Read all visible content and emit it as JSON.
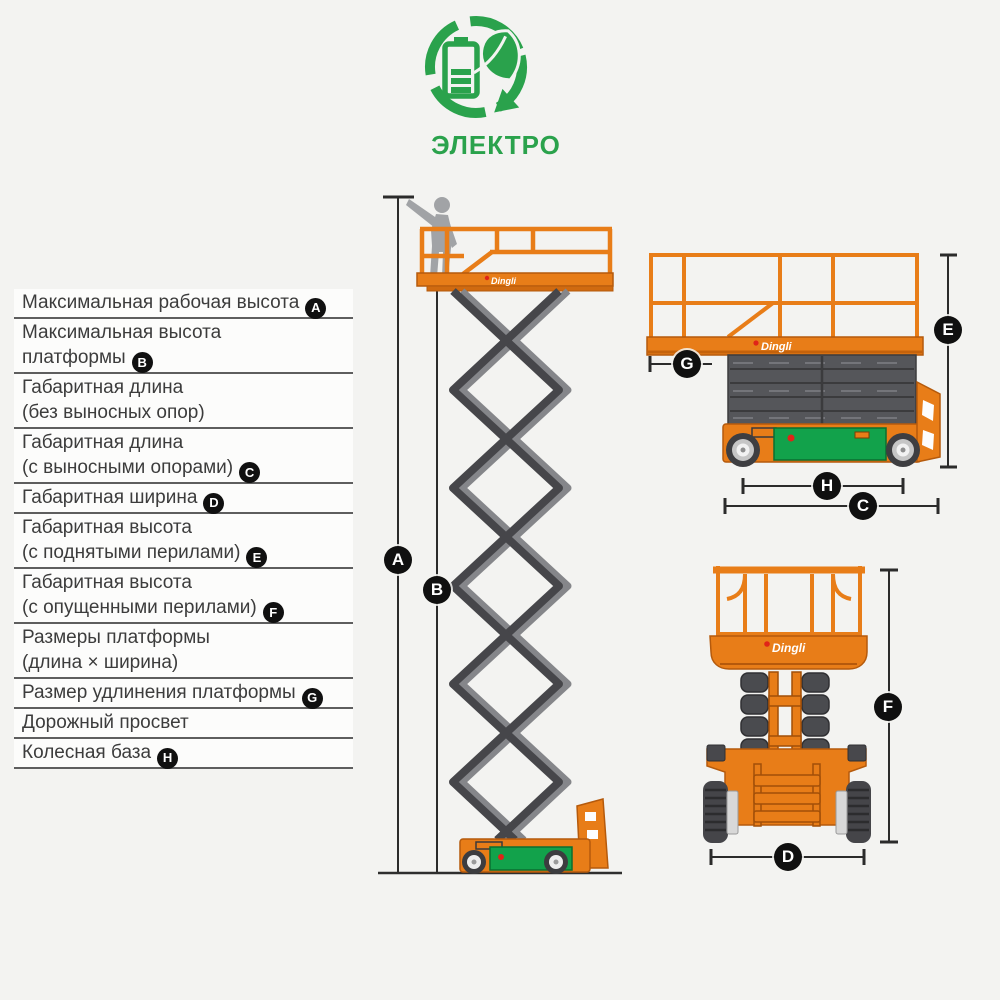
{
  "logo": {
    "label": "ЭЛЕКТРО",
    "icon": "battery-leaf-recycle-icon",
    "color": "#2aa24c"
  },
  "brand": {
    "logo_text": "Dingli"
  },
  "specs": {
    "rows": [
      {
        "line1": "Максимальная рабочая высота",
        "badge": "A"
      },
      {
        "line1": "Максимальная высота",
        "line2": "платформы",
        "badge": "B"
      },
      {
        "line1": "Габаритная длина",
        "line2": "(без выносных опор)"
      },
      {
        "line1": "Габаритная длина",
        "line2": "(с выносными опорами)",
        "badge": "C"
      },
      {
        "line1": "Габаритная ширина",
        "badge": "D"
      },
      {
        "line1": "Габаритная высота",
        "line2": "(с поднятыми перилами)",
        "badge": "E"
      },
      {
        "line1": "Габаритная высота",
        "line2": "(с опущенными перилами)",
        "badge": "F"
      },
      {
        "line1": "Размеры платформы",
        "line2": "(длина × ширина)"
      },
      {
        "line1": "Размер удлинения платформы",
        "badge": "G"
      },
      {
        "line1": "Дорожный просвет"
      },
      {
        "line1": "Колесная база",
        "badge": "H"
      }
    ]
  },
  "markers": {
    "A": "A",
    "B": "B",
    "C": "C",
    "D": "D",
    "E": "E",
    "F": "F",
    "G": "G",
    "H": "H"
  },
  "colors": {
    "machine_orange": "#e87d18",
    "machine_orange_dark": "#b55a0c",
    "battery_box_green": "#12a24b",
    "steel_gray": "#4b4c4f",
    "dimension_line": "#2b2b2b",
    "logo_green": "#2aa24c",
    "red_dot": "#e02418"
  }
}
